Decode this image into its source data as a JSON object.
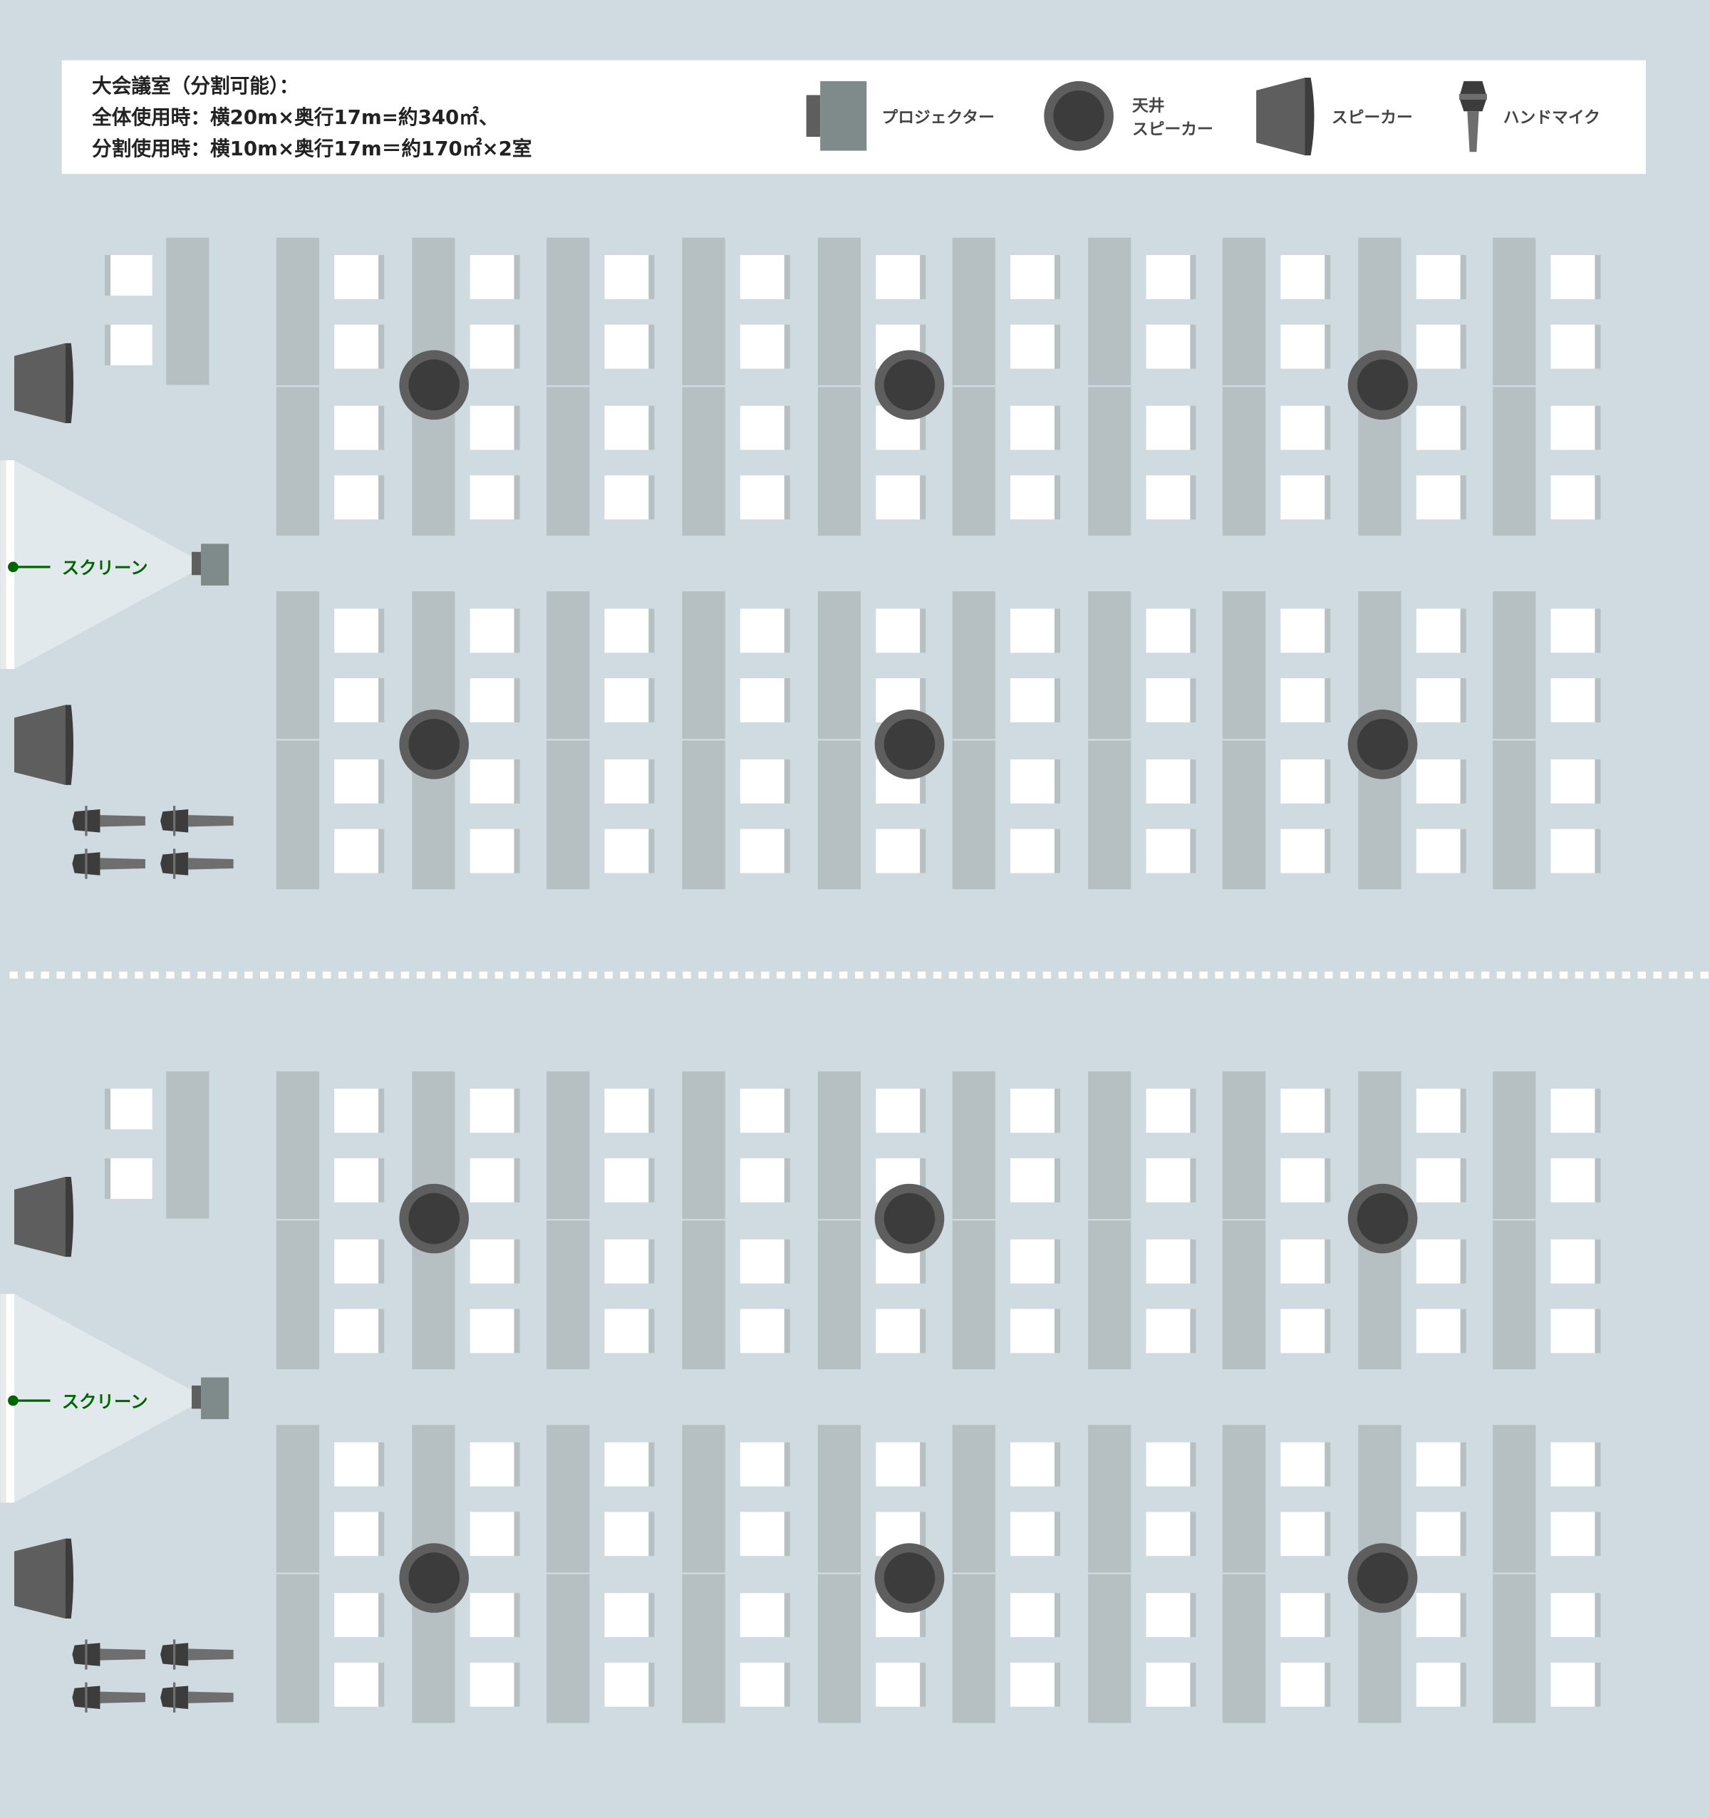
{
  "header": {
    "title": "大会議室（分割可能）：",
    "line_full": "全体使用時：横20m×奥行17m=約340㎡、",
    "line_split": "分割使用時：横10m×奥行17m＝約170㎡×2室"
  },
  "legend": {
    "projector": "プロジェクター",
    "ceiling_speaker_1": "天井",
    "ceiling_speaker_2": "スピーカー",
    "speaker": "スピーカー",
    "hand_mic": "ハンドマイク"
  },
  "rooms": [
    {
      "screen_label": "スクリーン"
    },
    {
      "screen_label": "スクリーン"
    }
  ],
  "colors": {
    "background": "#d0dbe1",
    "table": "#b6bfc2",
    "chair": "#ffffff",
    "speaker_outer": "#5e5e5e",
    "speaker_inner": "#3c3c3c",
    "label": "#006400"
  }
}
